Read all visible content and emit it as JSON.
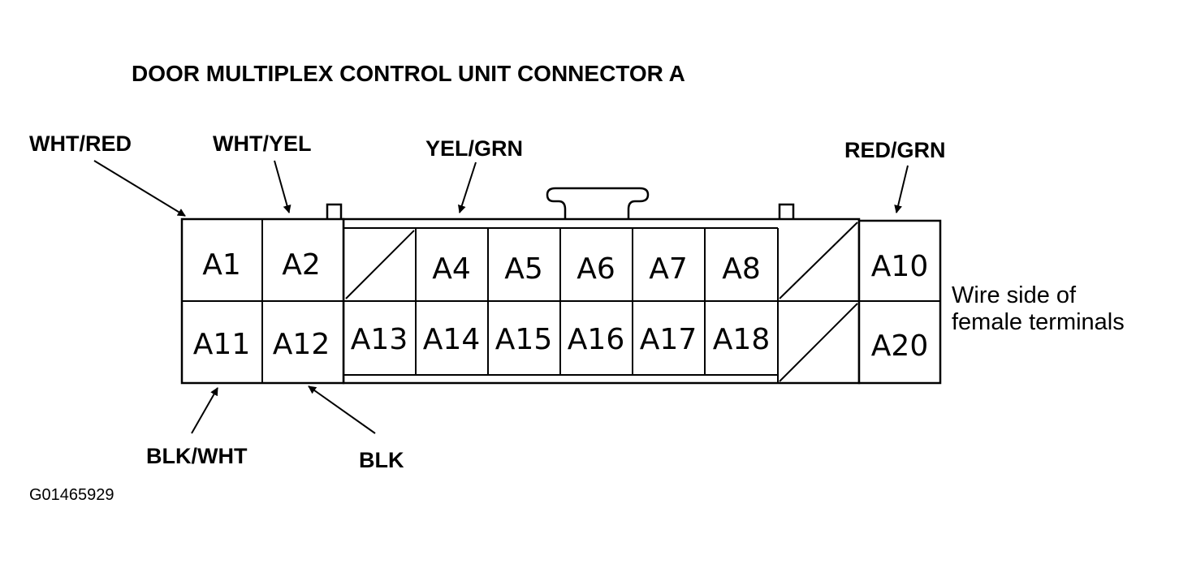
{
  "title": "DOOR MULTIPLEX CONTROL UNIT CONNECTOR A",
  "wire_labels": {
    "wht_red": "WHT/RED",
    "wht_yel": "WHT/YEL",
    "yel_grn": "YEL/GRN",
    "red_grn": "RED/GRN",
    "blk_wht": "BLK/WHT",
    "blk": "BLK"
  },
  "terminals": {
    "top": [
      "A1",
      "A2",
      "",
      "A4",
      "A5",
      "A6",
      "A7",
      "A8",
      "",
      "A10"
    ],
    "bottom": [
      "A11",
      "A12",
      "A13",
      "A14",
      "A15",
      "A16",
      "A17",
      "A18",
      "",
      "A20"
    ]
  },
  "side_note": {
    "line1": "Wire side of",
    "line2": "female terminals"
  },
  "figure_id": "G01465929"
}
